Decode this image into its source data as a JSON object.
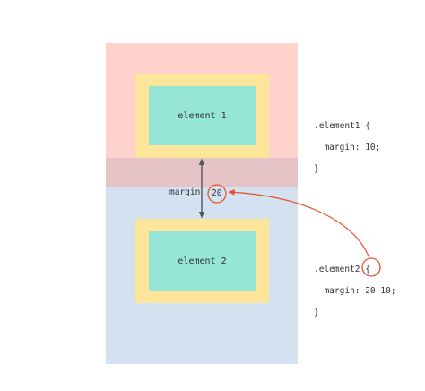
{
  "element1": {
    "label": "element 1",
    "code_line1": ".element1 {",
    "code_line2": "  margin: 10;",
    "code_line3": "}"
  },
  "element2": {
    "label": "element 2",
    "code_line1": ".element2 {",
    "code_line2_prefix": "  margin: ",
    "code_line2_value": "20",
    "code_line2_suffix": " 10;",
    "code_line3": "}"
  },
  "margin_label": "margin",
  "margin_value": "20",
  "colors": {
    "element1_margin": "#ffd3cb",
    "element2_margin": "#d3e1f1",
    "overlap": "#e6c3c7",
    "padding": "#fde59a",
    "content": "#96e6d8",
    "arrow": "#555555",
    "annotation": "#e5532d"
  }
}
